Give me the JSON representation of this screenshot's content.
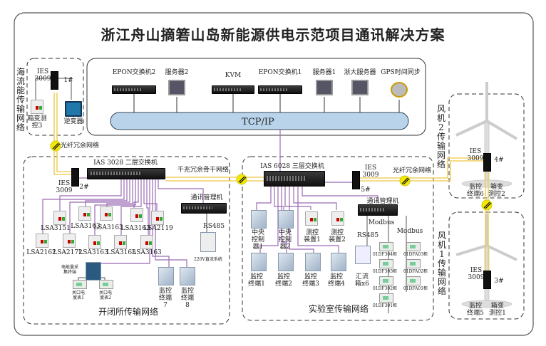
{
  "title": "浙江舟山摘箬山岛新能源供电示范项目通讯解决方案",
  "sea": {
    "label": "海流能传输网络",
    "switch": "IES 3009",
    "switch_id": "1#",
    "devices": [
      "箱变测控3",
      "逆变器"
    ]
  },
  "server": {
    "devices": [
      "EPON交换机2",
      "服务器2",
      "KVM",
      "EPON交换机1",
      "服务器1",
      "浙大服务器",
      "GPS时间同步"
    ],
    "bus": "TCP/IP"
  },
  "links": {
    "fiber_top": "光纤冗余网络",
    "backbone": "千兆冗余骨干网络",
    "fiber_right": "光纤冗余网络"
  },
  "kbs": {
    "label": "开闭所传输网络",
    "switch": "IAS 3028 二层交换机",
    "ies": "IES 3009",
    "ies_id": "2#",
    "breakers_row1": [
      "LSA3151",
      "LSA3163",
      "LSA3163",
      "LSA3163",
      "LSA2119"
    ],
    "breakers_row2": [
      "LSA2162",
      "LSA2172",
      "LSA3163",
      "LSA3163",
      "LSA3163"
    ],
    "comm": "通讯管理机",
    "rs485": "RS485",
    "dc": "220V直流系统",
    "energy": "电能量采集终端",
    "meters": [
      "关口电度表1",
      "关口电度表2"
    ],
    "monitors": [
      "监控终端7",
      "监控终端8"
    ]
  },
  "lab": {
    "label": "实验室传输网络",
    "switch": "IAS 6028 三层交换机",
    "ies": "IES 3009",
    "ies_id": "5#",
    "comm": "通讯管理机",
    "controllers": [
      "中央控制器1",
      "中央控制器2",
      "测控装置1",
      "测控装置2"
    ],
    "monitors": [
      "监控终端1",
      "监控终端2",
      "监控终端3",
      "监控终端4"
    ],
    "combiner": "汇流箱x6",
    "rs485": "RS485",
    "modbus": [
      "Modbus",
      "Modbus"
    ],
    "cabinets_left": [
      "01DF304柜",
      "01DF303柜",
      "01DF302柜",
      "01DF301柜"
    ],
    "cabinets_right": [
      "01DFA03柜",
      "01DFA02柜",
      "01DFA01柜"
    ]
  },
  "wind2": {
    "label": "风机2传输网络",
    "ies": "IES 3009",
    "ies_id": "4#",
    "devices": [
      "监控终端6",
      "箱变测控2"
    ]
  },
  "wind1": {
    "label": "风机1传输网络",
    "ies": "IES 3009",
    "ies_id": "3#",
    "devices": [
      "监控终端5",
      "箱变测控1"
    ]
  }
}
